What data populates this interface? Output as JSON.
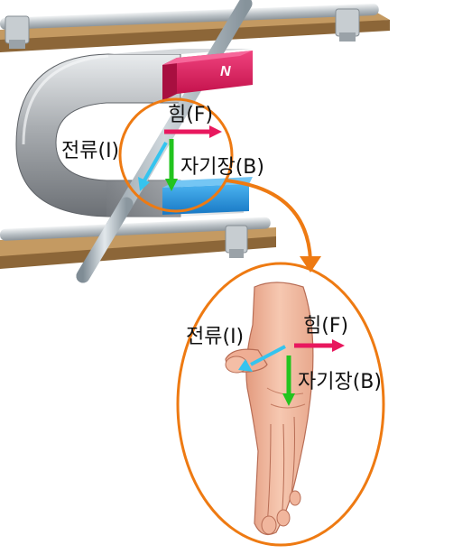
{
  "magnet": {
    "north_label": "N"
  },
  "labels_top": {
    "force": "힘(F)",
    "current": "전류(I)",
    "field": "자기장(B)"
  },
  "labels_bottom": {
    "force": "힘(F)",
    "current": "전류(I)",
    "field": "자기장(B)"
  },
  "colors": {
    "force_arrow": "#e8185e",
    "current_arrow": "#35c4ef",
    "field_arrow": "#22c41e",
    "north_pole": "#e0175a",
    "south_pole": "#1e8ed8",
    "callout": "#ee7a12",
    "rail_wood": "#b98d55",
    "rod": "#a9b6bf"
  }
}
